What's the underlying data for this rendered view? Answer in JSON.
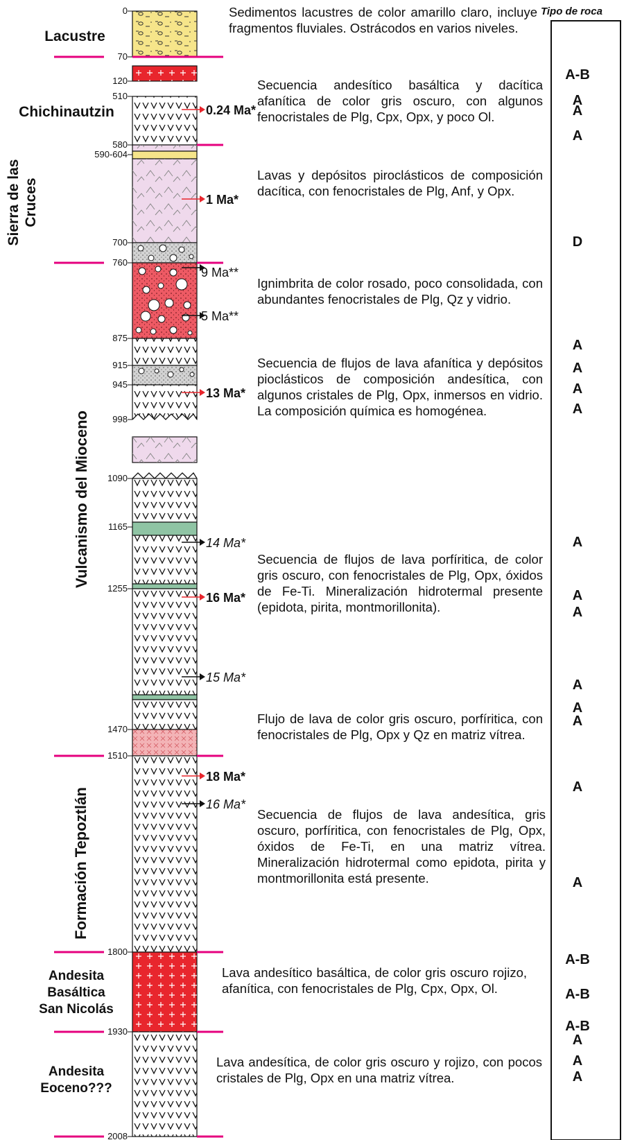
{
  "rock_type_header": "Tipo de roca",
  "units": {
    "lacustre": "Lacustre",
    "chichinautzin": "Chichinautzin",
    "sierra": [
      "Sierra de las",
      "Cruces"
    ],
    "mioceno": "Vulcanismo del Mioceno",
    "tepoztlan": "Formación Tepoztlán",
    "san_nicolas": [
      "Andesita",
      "Basáltica",
      "San Nicolás"
    ],
    "eoceno": [
      "Andesita",
      "Eoceno???"
    ]
  },
  "depths": [
    "0",
    "70",
    "120",
    "510",
    "580",
    "590-604",
    "700",
    "760",
    "875",
    "915",
    "945",
    "998",
    "1090",
    "1165",
    "1255",
    "1470",
    "1510",
    "1800",
    "1930",
    "2008"
  ],
  "ages": [
    {
      "label": "0.24 Ma*",
      "bold": true,
      "italic": false
    },
    {
      "label": "1 Ma*",
      "bold": true,
      "italic": false
    },
    {
      "label": "9 Ma**",
      "bold": false,
      "italic": false
    },
    {
      "label": "5 Ma**",
      "bold": false,
      "italic": false
    },
    {
      "label": "13 Ma*",
      "bold": true,
      "italic": false
    },
    {
      "label": "14 Ma*",
      "bold": false,
      "italic": true
    },
    {
      "label": "16 Ma*",
      "bold": true,
      "italic": false
    },
    {
      "label": "15 Ma*",
      "bold": false,
      "italic": true
    },
    {
      "label": "18 Ma*",
      "bold": true,
      "italic": false
    },
    {
      "label": "16 Ma*",
      "bold": false,
      "italic": true
    }
  ],
  "descriptions": [
    "Sedimentos lacustres de color amarillo claro, incluye fragmentos fluviales. Ostrácodos en varios niveles.",
    "Secuencia andesítico basáltica y dacítica afanítica de color gris oscuro, con algunos fenocristales de Plg, Cpx, Opx, y poco Ol.",
    "Lavas y depósitos piroclásticos de composición dacítica, con fenocristales de Plg, Anf, y Opx.",
    "Ignimbrita de color rosado, poco consolidada, con abundantes fenocristales de Plg, Qz y vidrio.",
    "Secuencia de flujos de lava afanítica y depósitos pioclásticos de composición andesítica, con algunos cristales de Plg, Opx, inmersos en vidrio. La composición química es homogénea.",
    "Secuencia de flujos de lava porfíritica, de color gris oscuro, con fenocristales de Plg, Opx, óxidos de Fe-Ti. Mineralización hidrotermal presente (epidota, pirita, montmorillonita).",
    "Flujo de lava de color gris oscuro, porfíritica, con fenocristales de Plg, Opx y Qz en matriz vítrea.",
    "Secuencia de flujos de lava andesítica, gris oscuro, porfíritica, con fenocristales de Plg, Opx, óxidos de Fe-Ti, en una matriz vítrea. Mineralización hidrotermal como epidota, pirita y montmorillonita está presente.",
    "Lava andesítico basáltica, de color gris oscuro rojizo, afanítica, con fenocristales de Plg, Cpx, Opx, Ol.",
    "Lava andesítica, de color gris oscuro y rojizo, con pocos cristales de Plg, Opx en una matriz vítrea."
  ],
  "rock_types": [
    "A-B",
    "A",
    "A",
    "A",
    "D",
    "A",
    "A",
    "A",
    "A",
    "A",
    "A",
    "A",
    "A",
    "A",
    "A",
    "A",
    "A",
    "A-B",
    "A-B",
    "A-B",
    "A",
    "A",
    "A"
  ],
  "colors": {
    "lacustrine": "#f6e58a",
    "red_unit": "#e8262d",
    "dacite": "#efd9ec",
    "breccia": "#d3d3d3",
    "ignimbrite": "#ee5a64",
    "green_band": "#8fc4a4",
    "pink_band": "#f3b3b6",
    "marker": "#e5007e"
  }
}
